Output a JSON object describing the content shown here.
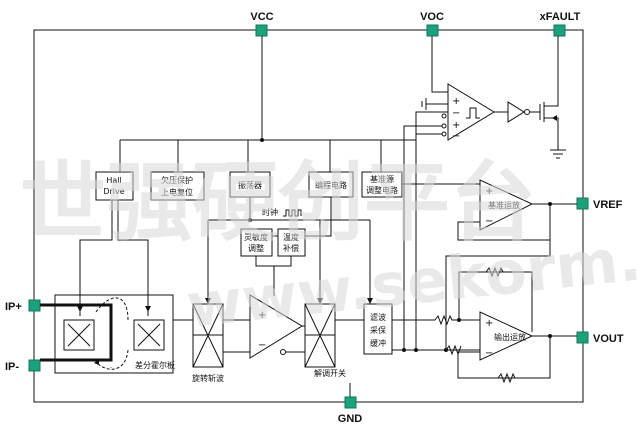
{
  "pins": {
    "vcc": "VCC",
    "voc": "VOC",
    "xfault": "xFAULT",
    "vref": "VREF",
    "vout": "VOUT",
    "ip_plus": "IP+",
    "ip_minus": "IP-",
    "gnd": "GND"
  },
  "blocks": {
    "hall_drive_1": "Hall",
    "hall_drive_2": "Drive",
    "uvlo_1": "欠压保护",
    "uvlo_2": "上电复位",
    "oscillator": "振荡器",
    "programming": "编程电路",
    "ref_adjust_1": "基准源",
    "ref_adjust_2": "调整电路",
    "ref_opamp": "基准运放",
    "out_opamp": "输出运放",
    "sens_1": "灵敏度",
    "sens_2": "调整",
    "temp_1": "温度",
    "temp_2": "补偿",
    "filter_1": "滤波",
    "filter_2": "采保",
    "filter_3": "缓冲"
  },
  "labels": {
    "clock": "时钟",
    "chopper": "旋转斩波",
    "hall_diff": "差分霍尔板",
    "demod": "解调开关"
  },
  "watermark": {
    "cn": "世强硬创平台",
    "en": "www.sekorm.com"
  },
  "colors": {
    "pad": "#1aa37a",
    "line": "#111111",
    "watermark": "#d8d8d8"
  }
}
